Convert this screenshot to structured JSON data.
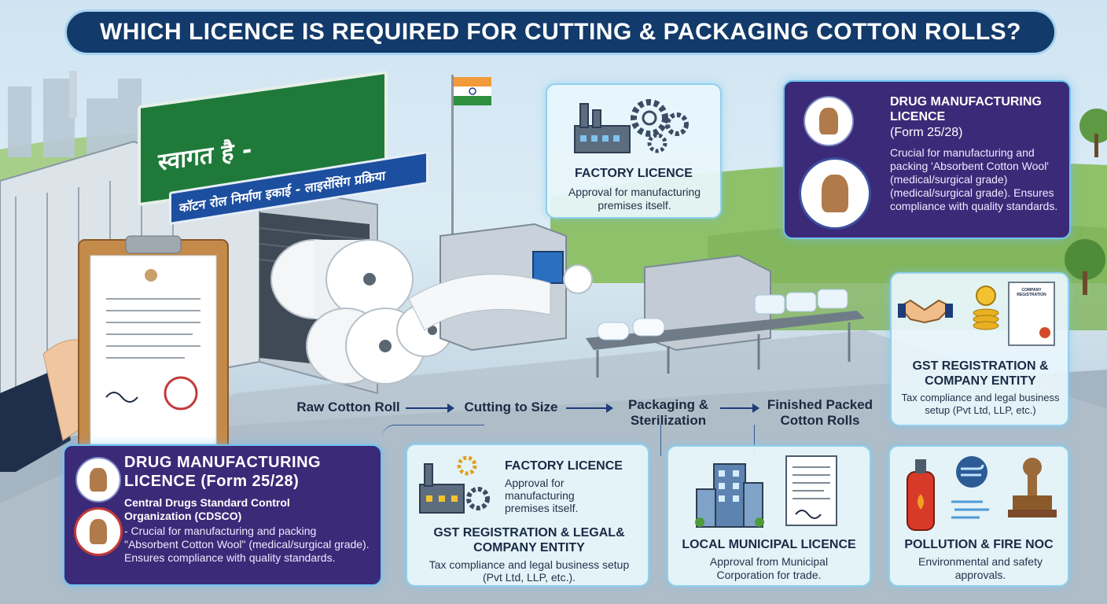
{
  "title": "WHICH LICENCE IS REQUIRED FOR CUTTING & PACKAGING COTTON ROLLS?",
  "sign": {
    "welcome": "स्वागत है -",
    "subtitle": "कॉटन रोल निर्माण इकाई - लाइसेंसिंग प्रक्रिया"
  },
  "process": {
    "steps": [
      "Raw Cotton Roll",
      "Cutting to Size",
      "Packaging &\nSterilization",
      "Finished Packed\nCotton Rolls"
    ]
  },
  "cards": {
    "factory_top": {
      "title": "FACTORY LICENCE",
      "body": "Approval for manufacturing premises itself."
    },
    "drug_top": {
      "title": "DRUG MANUFACTURING LICENCE",
      "subtitle": "(Form 25/28)",
      "body": "Crucial for manufacturing and packing 'Absorbent Cotton Wool' (medical/surgical grade) (medical/surgical grade). Ensures compliance with quality standards."
    },
    "gst_right": {
      "title": "GST REGISTRATION & COMPANY ENTITY",
      "body": "Tax compliance and legal business setup (Pvt Ltd, LLP, etc.)"
    },
    "drug_bottom": {
      "title": "DRUG MANUFACTURING",
      "title2": "LICENCE (Form 25/28)",
      "org": "Central Drugs Standard Control Organization (CDSCO)",
      "body": "- Crucial for manufacturing and packing \"Absorbent Cotton Wool\" (medical/surgical grade). Ensures compliance with quality standards."
    },
    "factory_bottom": {
      "title": "FACTORY LICENCE",
      "body": "Approval for manufacturing premises itself.",
      "title2": "GST REGISTRATION & LEGAL& COMPANY ENTITY",
      "body2": "Tax compliance and legal business setup (Pvt Ltd, LLP, etc.)."
    },
    "municipal": {
      "title": "LOCAL MUNICIPAL LICENCE",
      "body": "Approval from Municipal Corporation for trade."
    },
    "pollution": {
      "title": "POLLUTION & FIRE NOC",
      "body": "Environmental and safety approvals."
    }
  },
  "icons": {
    "company_registration": "COMPANY REGISTRATION"
  },
  "colors": {
    "title_bg": "#123a6a",
    "purple_card": "#3b2a78",
    "light_card": "#e8f6fc",
    "accent_glow": "#8fd0ee",
    "sign_green": "#1f7a3a",
    "sign_blue": "#1d4fa0"
  }
}
